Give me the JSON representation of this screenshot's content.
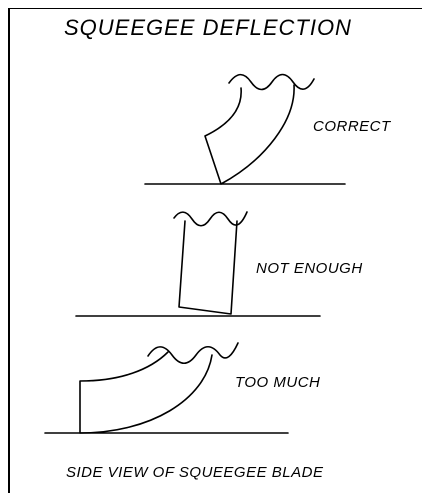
{
  "diagram": {
    "title": "SQUEEGEE DEFLECTION",
    "states": [
      {
        "label": "CORRECT"
      },
      {
        "label": "NOT ENOUGH"
      },
      {
        "label": "TOO MUCH"
      }
    ],
    "caption": "SIDE VIEW OF SQUEEGEE BLADE"
  }
}
